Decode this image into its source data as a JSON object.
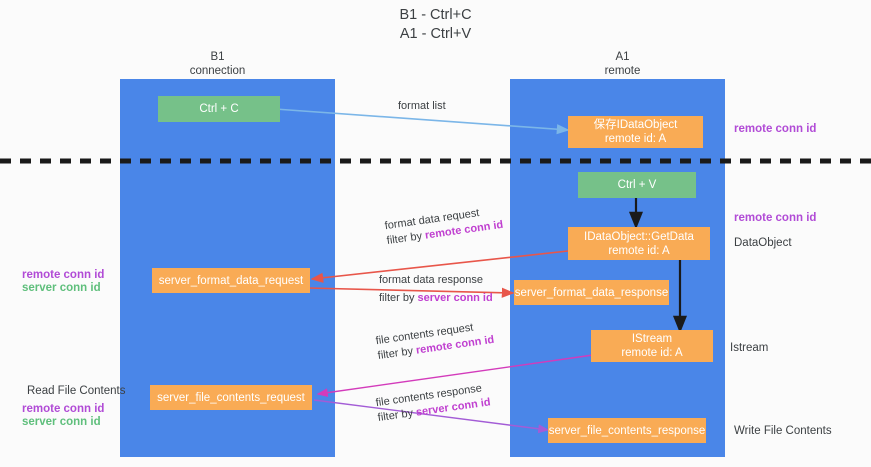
{
  "title": {
    "line1": "B1 - Ctrl+C",
    "line2": "A1 - Ctrl+V"
  },
  "columns": [
    {
      "name": "B1",
      "role": "connection"
    },
    {
      "name": "A1",
      "role": "remote"
    }
  ],
  "boxes": {
    "ctrl_c": "Ctrl + C",
    "save_idataobject_line1": "保存IDataObject",
    "save_idataobject_line2": "remote id: A",
    "ctrl_v": "Ctrl + V",
    "getdata_line1": "IDataObject::GetData",
    "getdata_line2": "remote id: A",
    "server_format_data_request": "server_format_data_request",
    "server_format_data_response": "server_format_data_response",
    "istream_line1": "IStream",
    "istream_line2": "remote id: A",
    "server_file_contents_request": "server_file_contents_request",
    "server_file_contents_response": "server_file_contents_response"
  },
  "edges": {
    "format_list": "format list",
    "format_data_request": "format data request",
    "format_data_request_filter_prefix": "filter by ",
    "format_data_request_filter_key": "remote conn id",
    "format_data_response": "format data response",
    "format_data_response_filter_prefix": "filter by ",
    "format_data_response_filter_key": "server conn id",
    "file_contents_request": "file contents request",
    "file_contents_request_filter_prefix": "filter by ",
    "file_contents_request_filter_key": "remote conn id",
    "file_contents_response": "file contents response",
    "file_contents_response_filter_prefix": "filter by ",
    "file_contents_response_filter_key": "server conn id"
  },
  "annotations": {
    "right_remote_conn_id_top": "remote conn id",
    "right_remote_conn_id_mid": "remote conn id",
    "right_dataobject": "DataObject",
    "right_istream": "Istream",
    "right_write_file_contents": "Write File Contents",
    "left_remote_conn_id_mid": "remote conn id",
    "left_server_conn_id_mid": "server conn id",
    "left_read_file_contents": "Read File Contents",
    "left_remote_conn_id_bottom": "remote conn id",
    "left_server_conn_id_bottom": "server conn id"
  },
  "colors": {
    "lane": "#4a86e8",
    "box_orange": "#f9ab55",
    "box_green": "#76c189",
    "arrow_blue": "#7bb6e8",
    "arrow_red": "#e8564a",
    "arrow_magenta": "#d33bbb",
    "arrow_purple": "#a35cd6",
    "arrow_black": "#1a1a1a",
    "text_purple": "#b14bd6",
    "text_green": "#5fbf7c",
    "divider": "#1a1a1a"
  }
}
